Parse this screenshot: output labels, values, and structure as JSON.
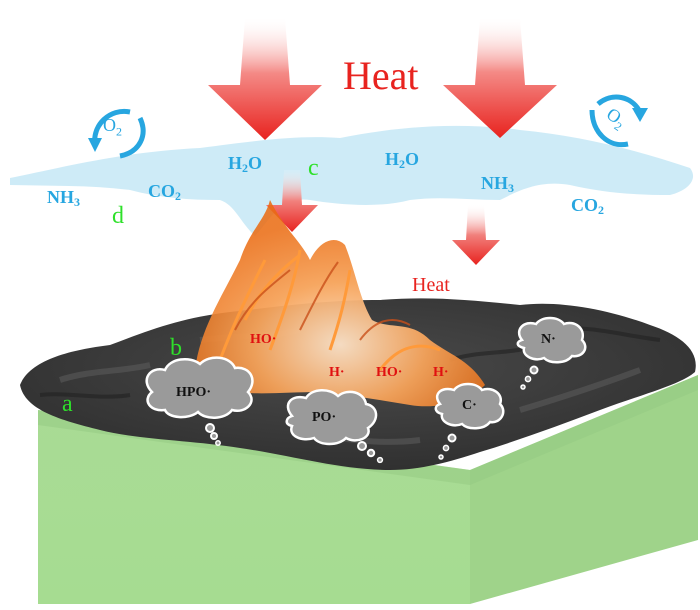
{
  "heat_top": "Heat",
  "heat_small": "Heat",
  "gases": {
    "h2o_left": {
      "base": "H",
      "sub": "2",
      "tail": "O"
    },
    "h2o_right": {
      "base": "H",
      "sub": "2",
      "tail": "O"
    },
    "nh3_left": {
      "base": "NH",
      "sub": "3"
    },
    "nh3_right": {
      "base": "NH",
      "sub": "3"
    },
    "co2_left": {
      "base": "CO",
      "sub": "2"
    },
    "co2_right": {
      "base": "CO",
      "sub": "2"
    },
    "o2_left": {
      "base": "O",
      "sub": "2"
    },
    "o2_right": {
      "base": "O",
      "sub": "2"
    }
  },
  "regions": {
    "a": "a",
    "b": "b",
    "c": "c",
    "d": "d"
  },
  "radicals": {
    "ho_top": "HO·",
    "h_left": "H·",
    "ho_mid": "HO·",
    "h_right": "H·"
  },
  "bubbles": {
    "hpo": "HPO·",
    "po": "PO·",
    "c": "C·",
    "n": "N·"
  },
  "colors": {
    "heat_arrow": "#e8231f",
    "gas_cloud": "#cbeaf7",
    "gas_text": "#27a6e0",
    "region_label": "#2ee02a",
    "radical": "#e01010",
    "char_layer": "#3a3a3a",
    "substrate_top": "#b7e3a5",
    "substrate_side": "#9fd38a",
    "flame": "#f07a1a",
    "bubble": "#9a9a9a"
  }
}
